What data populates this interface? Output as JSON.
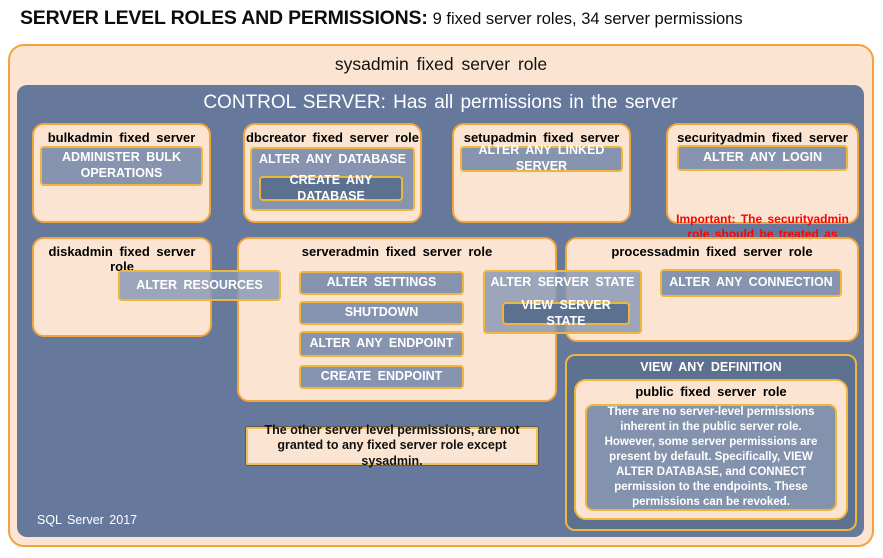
{
  "page_title": {
    "main": "SERVER LEVEL ROLES AND PERMISSIONS:",
    "sub": "9 fixed server roles, 34 server permissions"
  },
  "sysadmin": {
    "label": "sysadmin fixed server role"
  },
  "control_server": {
    "label": "CONTROL SERVER: Has all permissions in the server",
    "footer": "SQL Server 2017"
  },
  "roles": {
    "bulkadmin": {
      "title": "bulkadmin fixed server role",
      "permissions": [
        "ADMINISTER BULK OPERATIONS"
      ]
    },
    "dbcreator": {
      "title": "dbcreator fixed server role",
      "outer_permission": "ALTER ANY DATABASE",
      "inner_permission": "CREATE ANY DATABASE"
    },
    "setupadmin": {
      "title": "setupadmin fixed server role",
      "permissions": [
        "ALTER ANY LINKED SERVER"
      ]
    },
    "securityadmin": {
      "title": "securityadmin fixed server role",
      "permissions": [
        "ALTER ANY LOGIN"
      ],
      "warning": "Important: The securityadmin role should be treated as equivalent to the sysadmin role."
    },
    "diskadmin": {
      "title": "diskadmin fixed server role",
      "shared_permission": "ALTER RESOURCES"
    },
    "serveradmin": {
      "title": "serveradmin fixed server role",
      "permissions": [
        "ALTER SETTINGS",
        "SHUTDOWN",
        "ALTER ANY ENDPOINT",
        "CREATE ENDPOINT"
      ],
      "shared_outer_permission": "ALTER SERVER STATE",
      "shared_inner_permission": "VIEW SERVER STATE"
    },
    "processadmin": {
      "title": "processadmin fixed server role",
      "permissions": [
        "ALTER ANY CONNECTION"
      ]
    },
    "public": {
      "container_permission": "VIEW ANY DEFINITION",
      "title": "public fixed server role",
      "description": "There are no server-level permissions inherent in the public server role. However, some server permissions are present by default. Specifically, VIEW ALTER DATABASE, and CONNECT permission to the endpoints. These permissions can be revoked."
    }
  },
  "note": "The other server level permissions, are not granted to any fixed server role except sysadmin.",
  "colors": {
    "peach": "#FBE5D2",
    "orange_border": "#F2A33A",
    "slate_blue": "#66799C",
    "dark_slate": "#5C7090",
    "badge_fill": "#8694B0",
    "badge_border": "#EFB63D",
    "warning_red": "#FF0000"
  }
}
